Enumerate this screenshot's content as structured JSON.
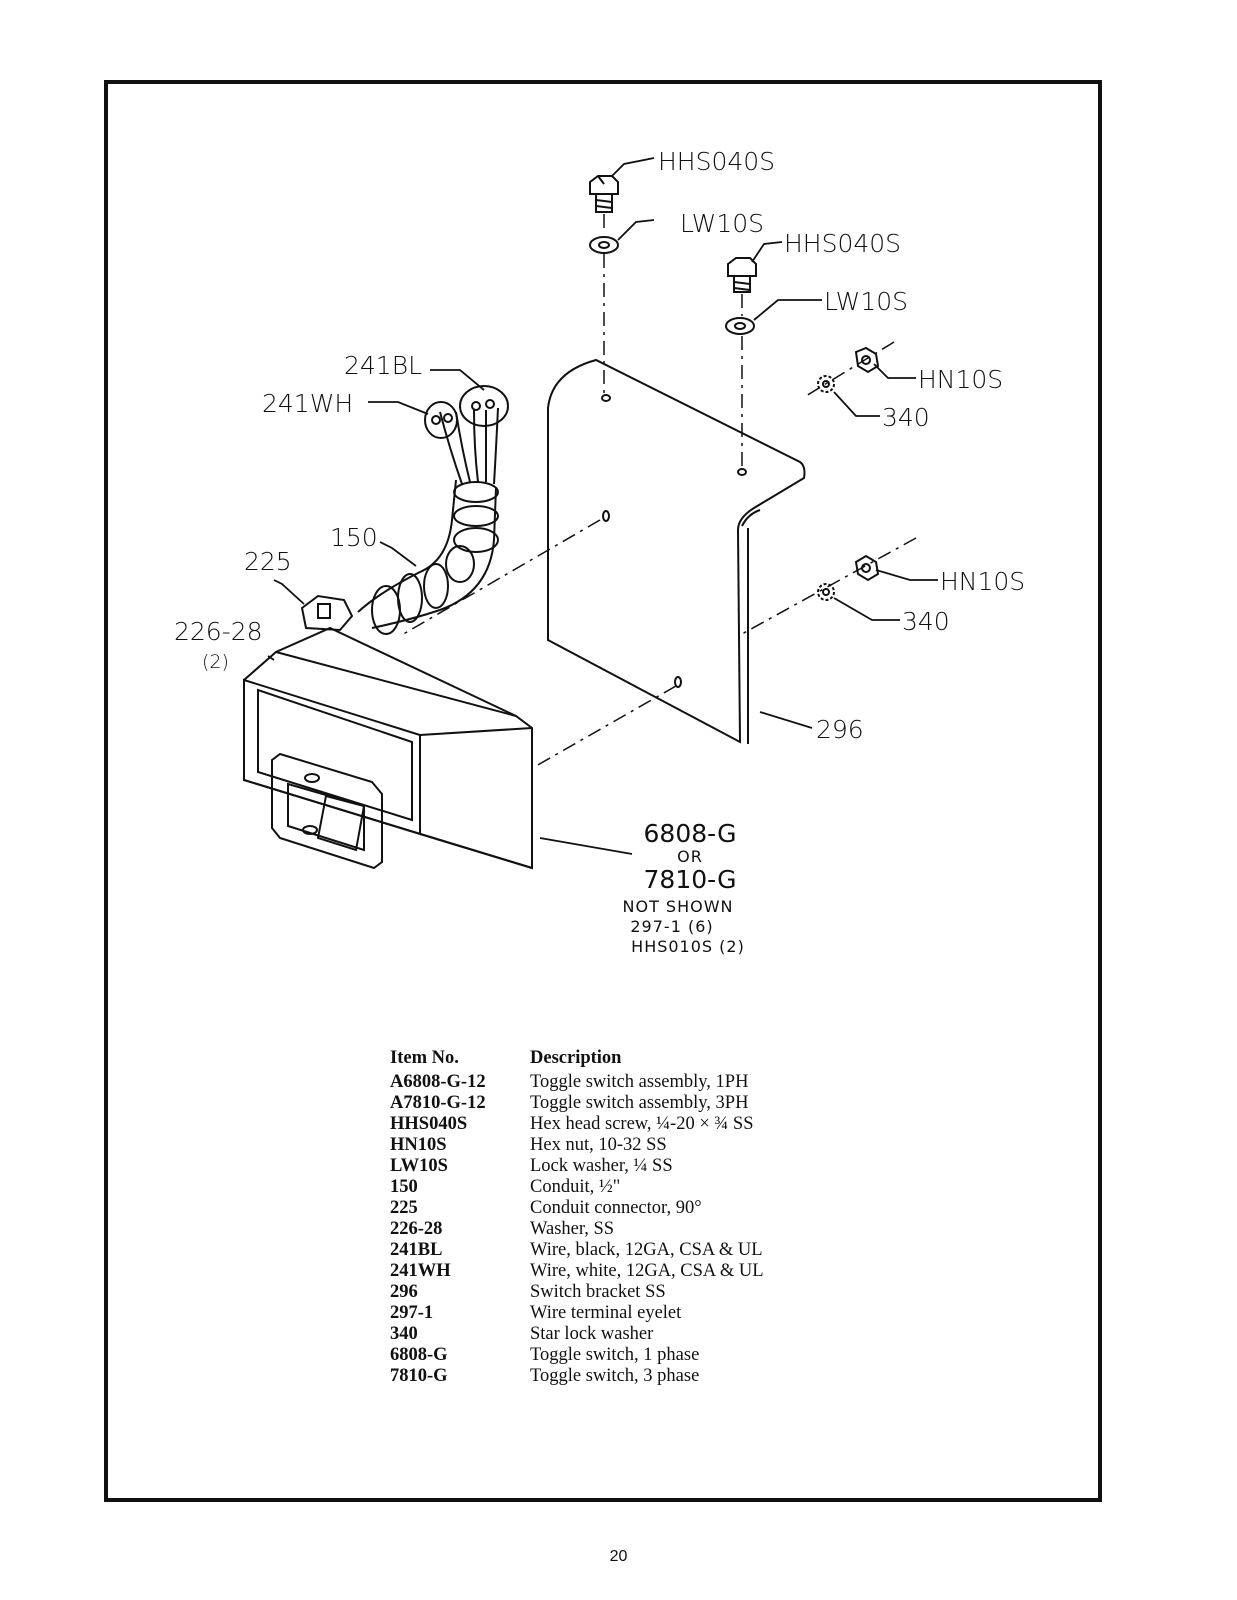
{
  "diagram": {
    "labels": {
      "screw_top": "HHS040S",
      "washer_top": "LW10S",
      "screw_right": "HHS040S",
      "washer_right": "LW10S",
      "nut_upper": "HN10S",
      "star_upper": "340",
      "nut_lower": "HN10S",
      "star_lower": "340",
      "wire_black": "241BL",
      "wire_white": "241WH",
      "conduit": "150",
      "connector": "225",
      "washer_ss": "226-28",
      "washer_ss_qty": "(2)",
      "bracket": "296"
    },
    "switch_callout": {
      "option_a": "6808-G",
      "or": "OR",
      "option_b": "7810-G",
      "not_shown_title": "NOT SHOWN",
      "not_shown_1": "297-1 (6)",
      "not_shown_2": "HHS010S (2)"
    }
  },
  "parts_table": {
    "header": {
      "item": "Item No.",
      "description": "Description"
    },
    "rows": [
      {
        "item": "A6808-G-12",
        "description": "Toggle switch assembly, 1PH"
      },
      {
        "item": "A7810-G-12",
        "description": "Toggle switch assembly, 3PH"
      },
      {
        "item": "HHS040S",
        "description": "Hex head screw, ¼-20 × ¾ SS"
      },
      {
        "item": "HN10S",
        "description": "Hex nut, 10-32 SS"
      },
      {
        "item": "LW10S",
        "description": "Lock washer, ¼ SS"
      },
      {
        "item": "150",
        "description": "Conduit, ½\""
      },
      {
        "item": "225",
        "description": "Conduit connector, 90°"
      },
      {
        "item": "226-28",
        "description": "Washer, SS"
      },
      {
        "item": "241BL",
        "description": "Wire, black, 12GA, CSA & UL"
      },
      {
        "item": "241WH",
        "description": "Wire, white, 12GA, CSA & UL"
      },
      {
        "item": "296",
        "description": "Switch bracket SS"
      },
      {
        "item": "297-1",
        "description": "Wire terminal eyelet"
      },
      {
        "item": "340",
        "description": "Star lock washer"
      },
      {
        "item": "6808-G",
        "description": "Toggle switch, 1 phase"
      },
      {
        "item": "7810-G",
        "description": "Toggle switch, 3 phase"
      }
    ]
  },
  "page_number": "20"
}
